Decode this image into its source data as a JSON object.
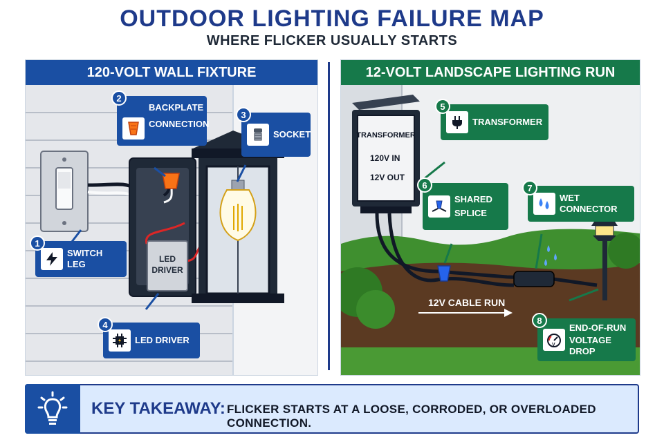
{
  "header": {
    "title": "OUTDOOR LIGHTING FAILURE MAP",
    "subtitle": "WHERE FLICKER USUALLY STARTS"
  },
  "left_panel": {
    "title": "120-VOLT WALL FIXTURE",
    "driver_label_line1": "LED",
    "driver_label_line2": "DRIVER",
    "callouts": [
      {
        "number": "1",
        "label": "SWITCH LEG",
        "icon": "lightning-icon"
      },
      {
        "number": "2",
        "label_line1": "BACKPLATE",
        "label_line2": "CONNECTION",
        "icon": "wire-nut-icon"
      },
      {
        "number": "3",
        "label": "SOCKET",
        "icon": "socket-icon"
      },
      {
        "number": "4",
        "label": "LED DRIVER",
        "icon": "chip-icon"
      }
    ]
  },
  "right_panel": {
    "title": "12-VOLT LANDSCAPE LIGHTING RUN",
    "transformer_line1": "TRANSFORMER",
    "transformer_line2": "120V IN",
    "transformer_line3": "12V OUT",
    "cable_run_label": "12V CABLE RUN",
    "callouts": [
      {
        "number": "5",
        "label": "TRANSFORMER",
        "icon": "plug-icon"
      },
      {
        "number": "6",
        "label_line1": "SHARED",
        "label_line2": "SPLICE",
        "icon": "splice-icon"
      },
      {
        "number": "7",
        "label": "WET CONNECTOR",
        "icon": "water-drops-icon"
      },
      {
        "number": "8",
        "label_line1": "END-OF-RUN",
        "label_line2": "VOLTAGE DROP",
        "icon": "gauge-icon"
      }
    ]
  },
  "banner": {
    "key": "KEY TAKEAWAY:",
    "text": "FLICKER STARTS AT A LOOSE, CORRODED, OR OVERLOADED CONNECTION.",
    "icon": "lightbulb-icon"
  },
  "colors": {
    "blue": "#1a4fa3",
    "green": "#16794a",
    "navy": "#1e3a8a",
    "orange": "#f97316"
  }
}
